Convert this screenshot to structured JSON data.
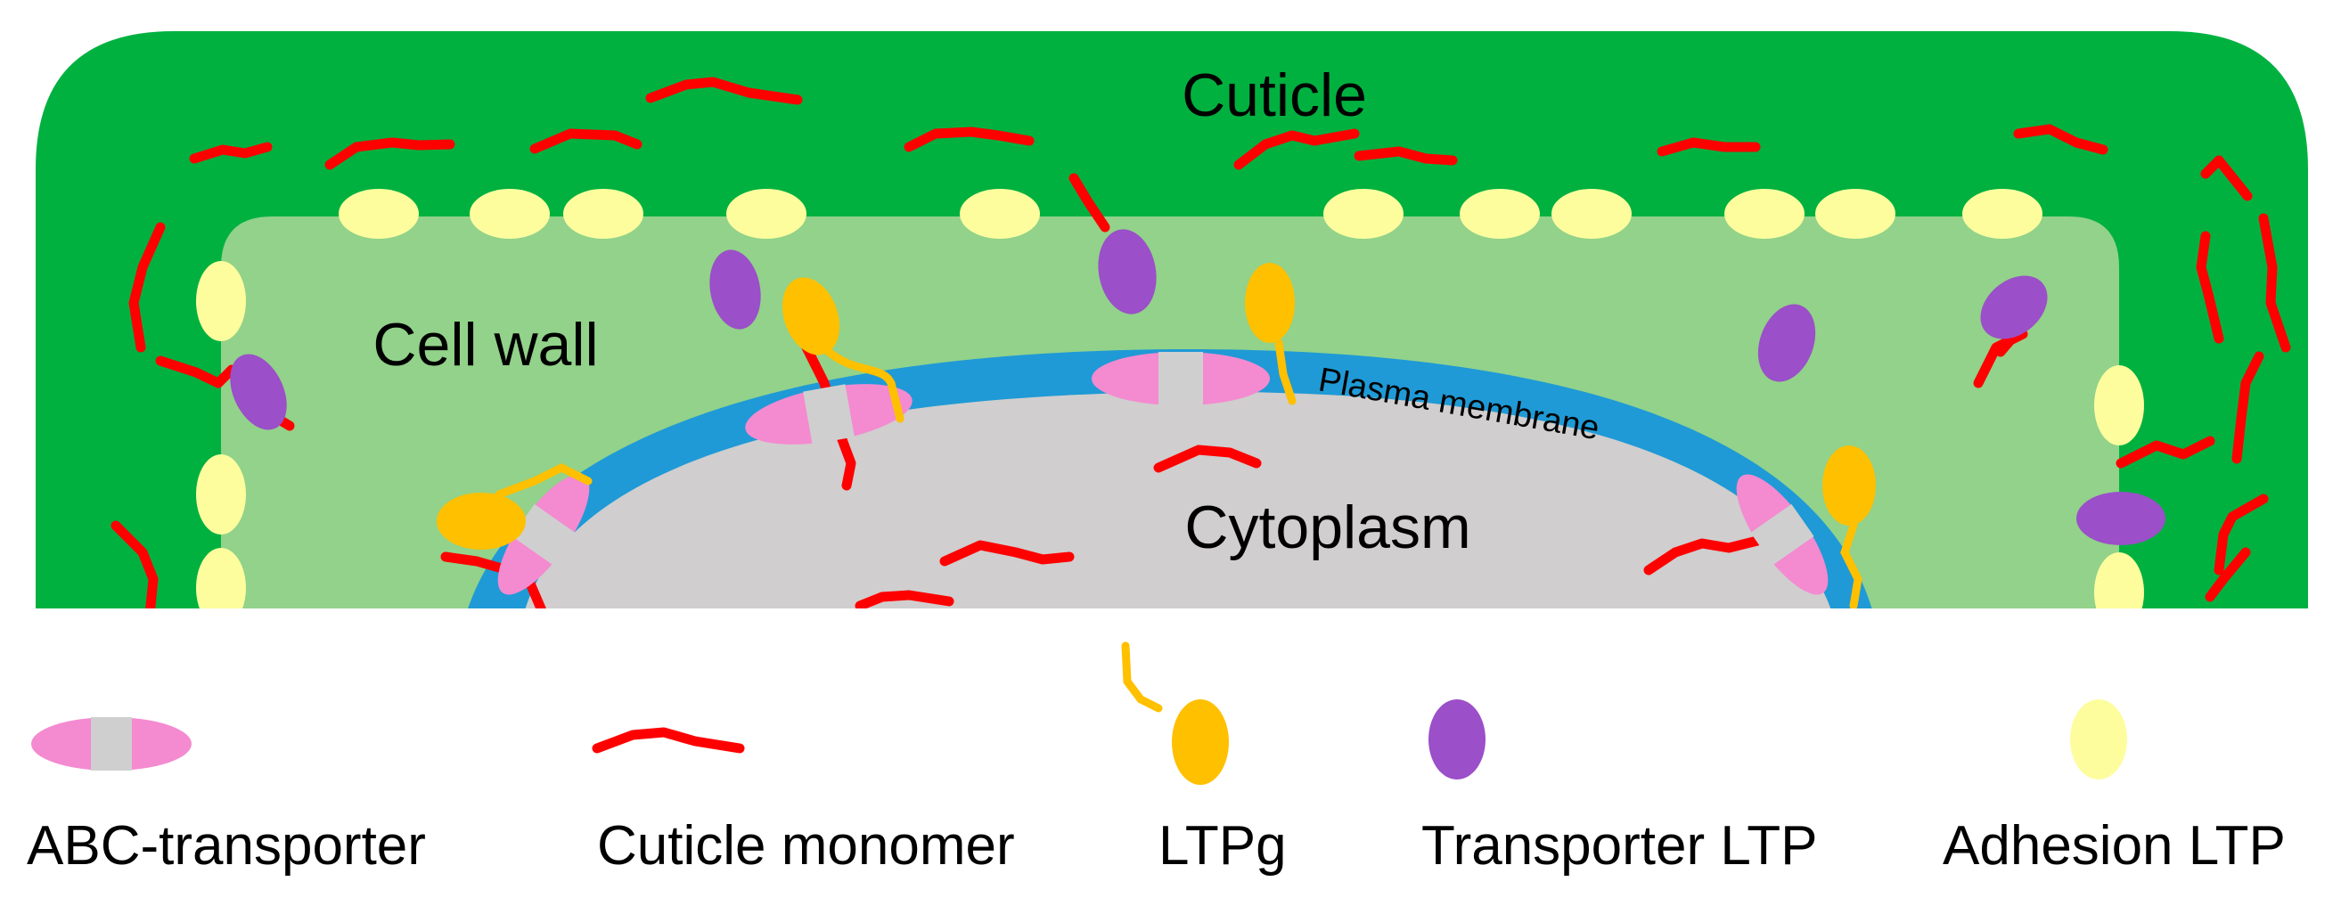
{
  "labels": {
    "cuticle": "Cuticle",
    "cell_wall": "Cell wall",
    "plasma_membrane": "Plasma membrane",
    "cytoplasm": "Cytoplasm"
  },
  "legend": {
    "abc_transporter": "ABC-transporter",
    "cuticle_monomer": "Cuticle monomer",
    "ltpg": "LTPg",
    "transporter_ltp": "Transporter LTP",
    "adhesion_ltp": "Adhesion LTP"
  },
  "colors": {
    "cuticle": "#00b140",
    "cell_wall": "#92d28a",
    "plasma_membrane": "#1f9ad6",
    "cytoplasm": "#d0cece",
    "monomer": "#ff0000",
    "abc_pink": "#f48ad0",
    "abc_gray": "#cfcfcf",
    "ltpg": "#ffc000",
    "transporter_ltp": "#9b4fc8",
    "adhesion_ltp": "#fdfd9e"
  }
}
